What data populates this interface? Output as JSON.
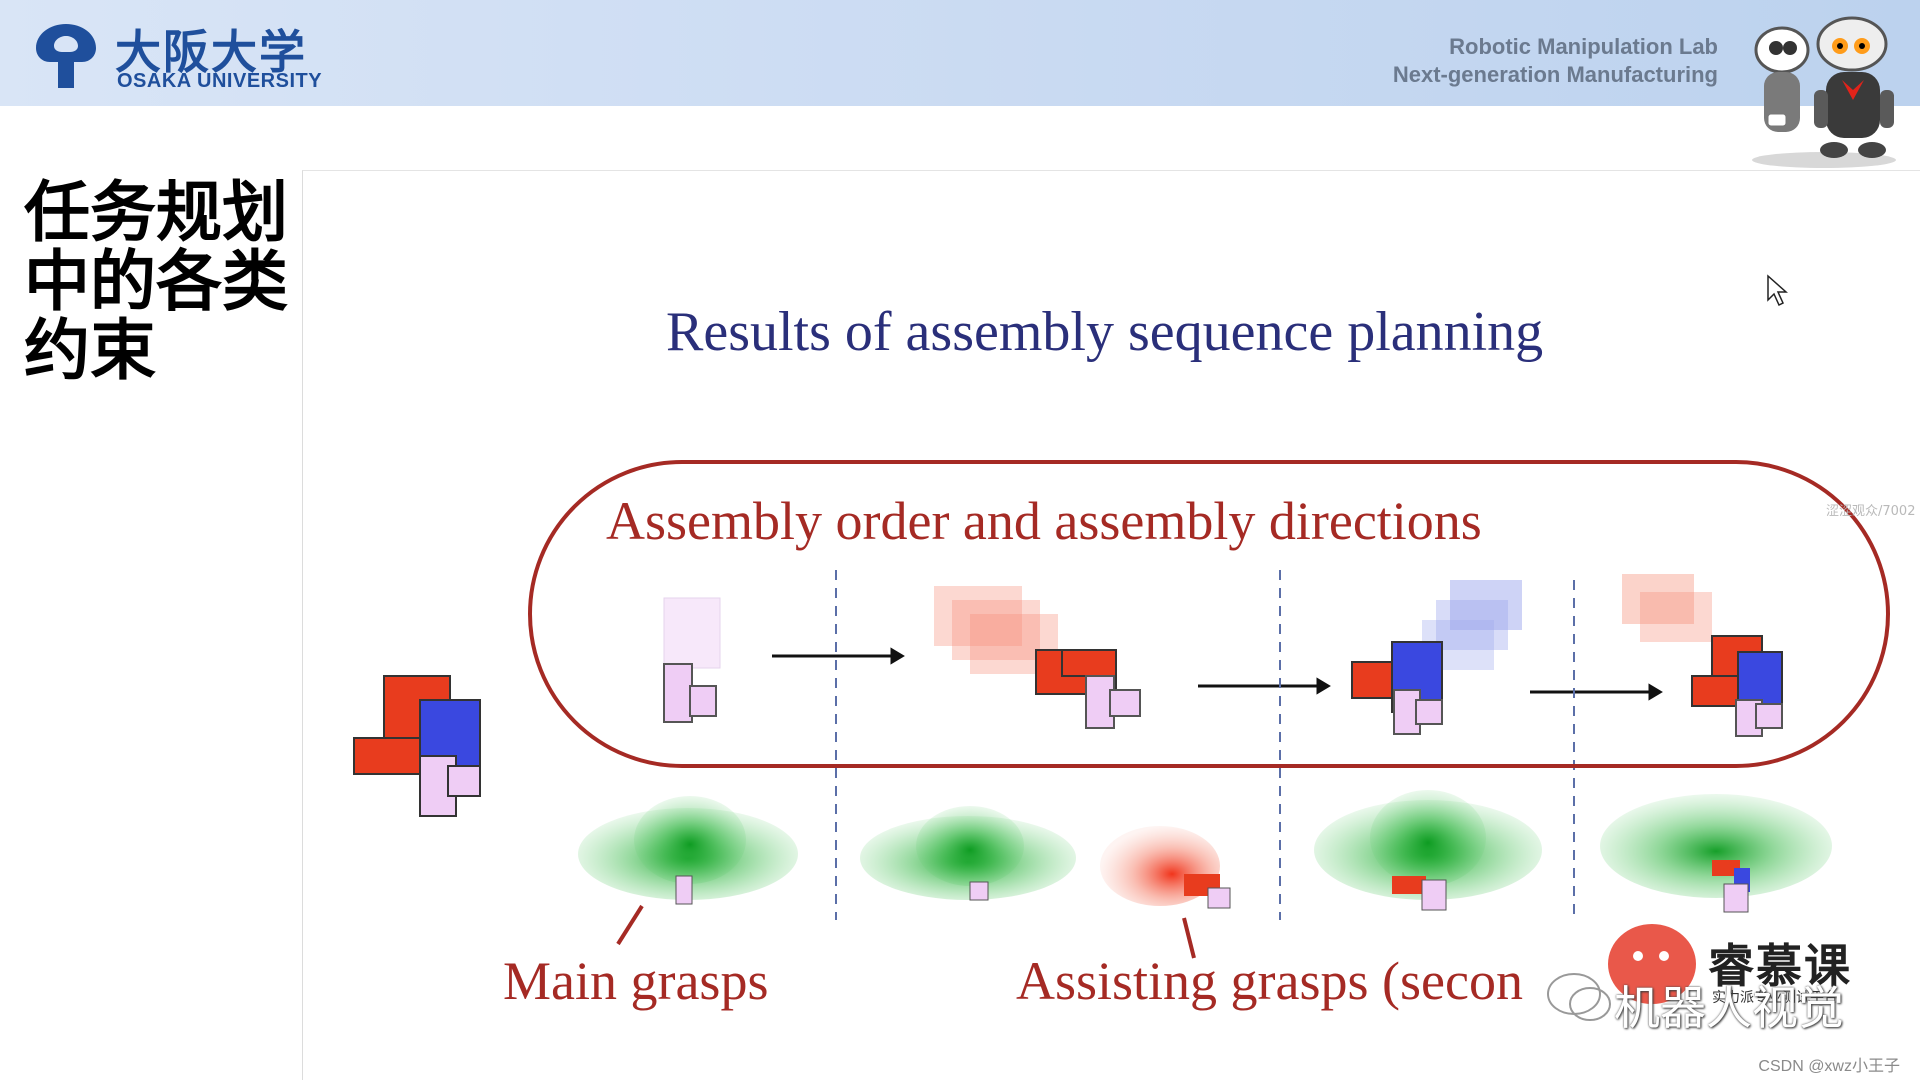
{
  "header": {
    "university_cn": "大阪大学",
    "university_en": "OSAKA UNIVERSITY",
    "lab_line1": "Robotic Manipulation Lab",
    "lab_line2": "Next-generation Manufacturing"
  },
  "slide": {
    "title": "任务规划中的各类约束"
  },
  "video": {
    "title": "Results of assembly sequence planning",
    "oval_title": "Assembly order and assembly directions",
    "label_main": "Main grasps",
    "label_assist": "Assisting grasps (secon",
    "side_watermark": "涩涩观众/7002"
  },
  "watermark": {
    "mooc": "睿慕课",
    "mooc_sub": "实力派专业测试平台",
    "robot_vision": "机器人视觉",
    "csdn": "CSDN @xwz小王子"
  },
  "colors": {
    "header_text": "#1f4f9c",
    "lab_text": "#6b7a8f",
    "title_navy": "#2a2f7a",
    "accent_red": "#a52a24",
    "part_red": "#e83c1e",
    "part_blue": "#3a48e0",
    "part_pink": "#efcdf5",
    "grasp_green": "#2fb33f"
  }
}
